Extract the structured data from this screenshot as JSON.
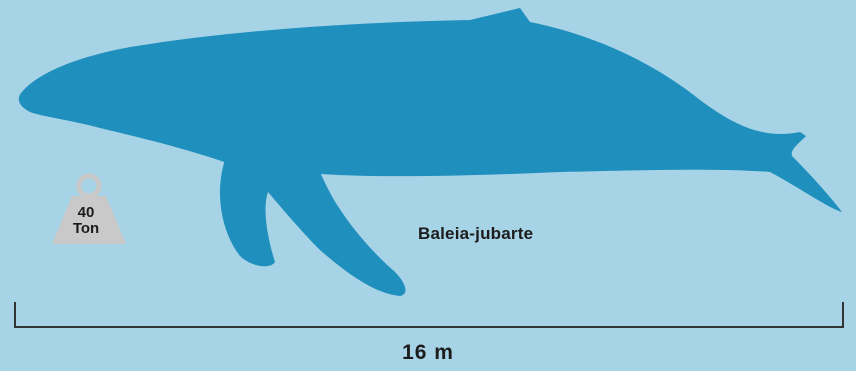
{
  "colors": {
    "background": "#a7d3e6",
    "whale": "#1f8fbd",
    "weight": "#c9c9c9",
    "text": "#1c1c1c"
  },
  "whale": {
    "name": "Baleia-jubarte",
    "weight": {
      "value": "40",
      "unit": "Ton"
    },
    "length": "16 m"
  },
  "icons": {
    "weight": "weight-icon",
    "whale": "whale-silhouette"
  }
}
